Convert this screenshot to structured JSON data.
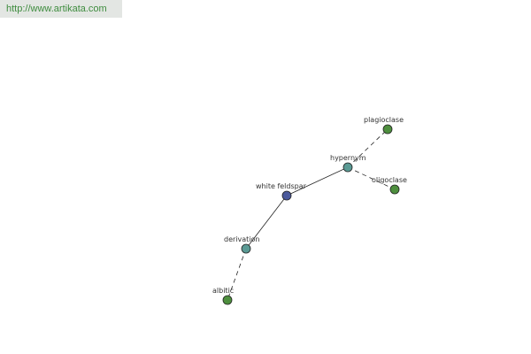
{
  "banner": {
    "url": "http://www.artikata.com"
  },
  "colors": {
    "center": "#4b5a9c",
    "relation": "#5a9a94",
    "leaf": "#4e8f3e",
    "edge": "#222222",
    "banner_text": "#3e8c3e",
    "banner_bg": "#e3e6e3"
  },
  "graph": {
    "nodes": [
      {
        "id": "white-feldspar",
        "label": "white feldspar",
        "kind": "center"
      },
      {
        "id": "hypernym",
        "label": "hypernym",
        "kind": "relation"
      },
      {
        "id": "derivation",
        "label": "derivation",
        "kind": "relation"
      },
      {
        "id": "plagioclase",
        "label": "plagioclase",
        "kind": "leaf"
      },
      {
        "id": "oligoclase",
        "label": "oligoclase",
        "kind": "leaf"
      },
      {
        "id": "albitic",
        "label": "albitic",
        "kind": "leaf"
      }
    ],
    "edges": [
      {
        "from": "white-feldspar",
        "to": "hypernym",
        "style": "solid"
      },
      {
        "from": "white-feldspar",
        "to": "derivation",
        "style": "solid"
      },
      {
        "from": "hypernym",
        "to": "plagioclase",
        "style": "dashed"
      },
      {
        "from": "hypernym",
        "to": "oligoclase",
        "style": "dashed"
      },
      {
        "from": "derivation",
        "to": "albitic",
        "style": "dashed"
      }
    ]
  }
}
